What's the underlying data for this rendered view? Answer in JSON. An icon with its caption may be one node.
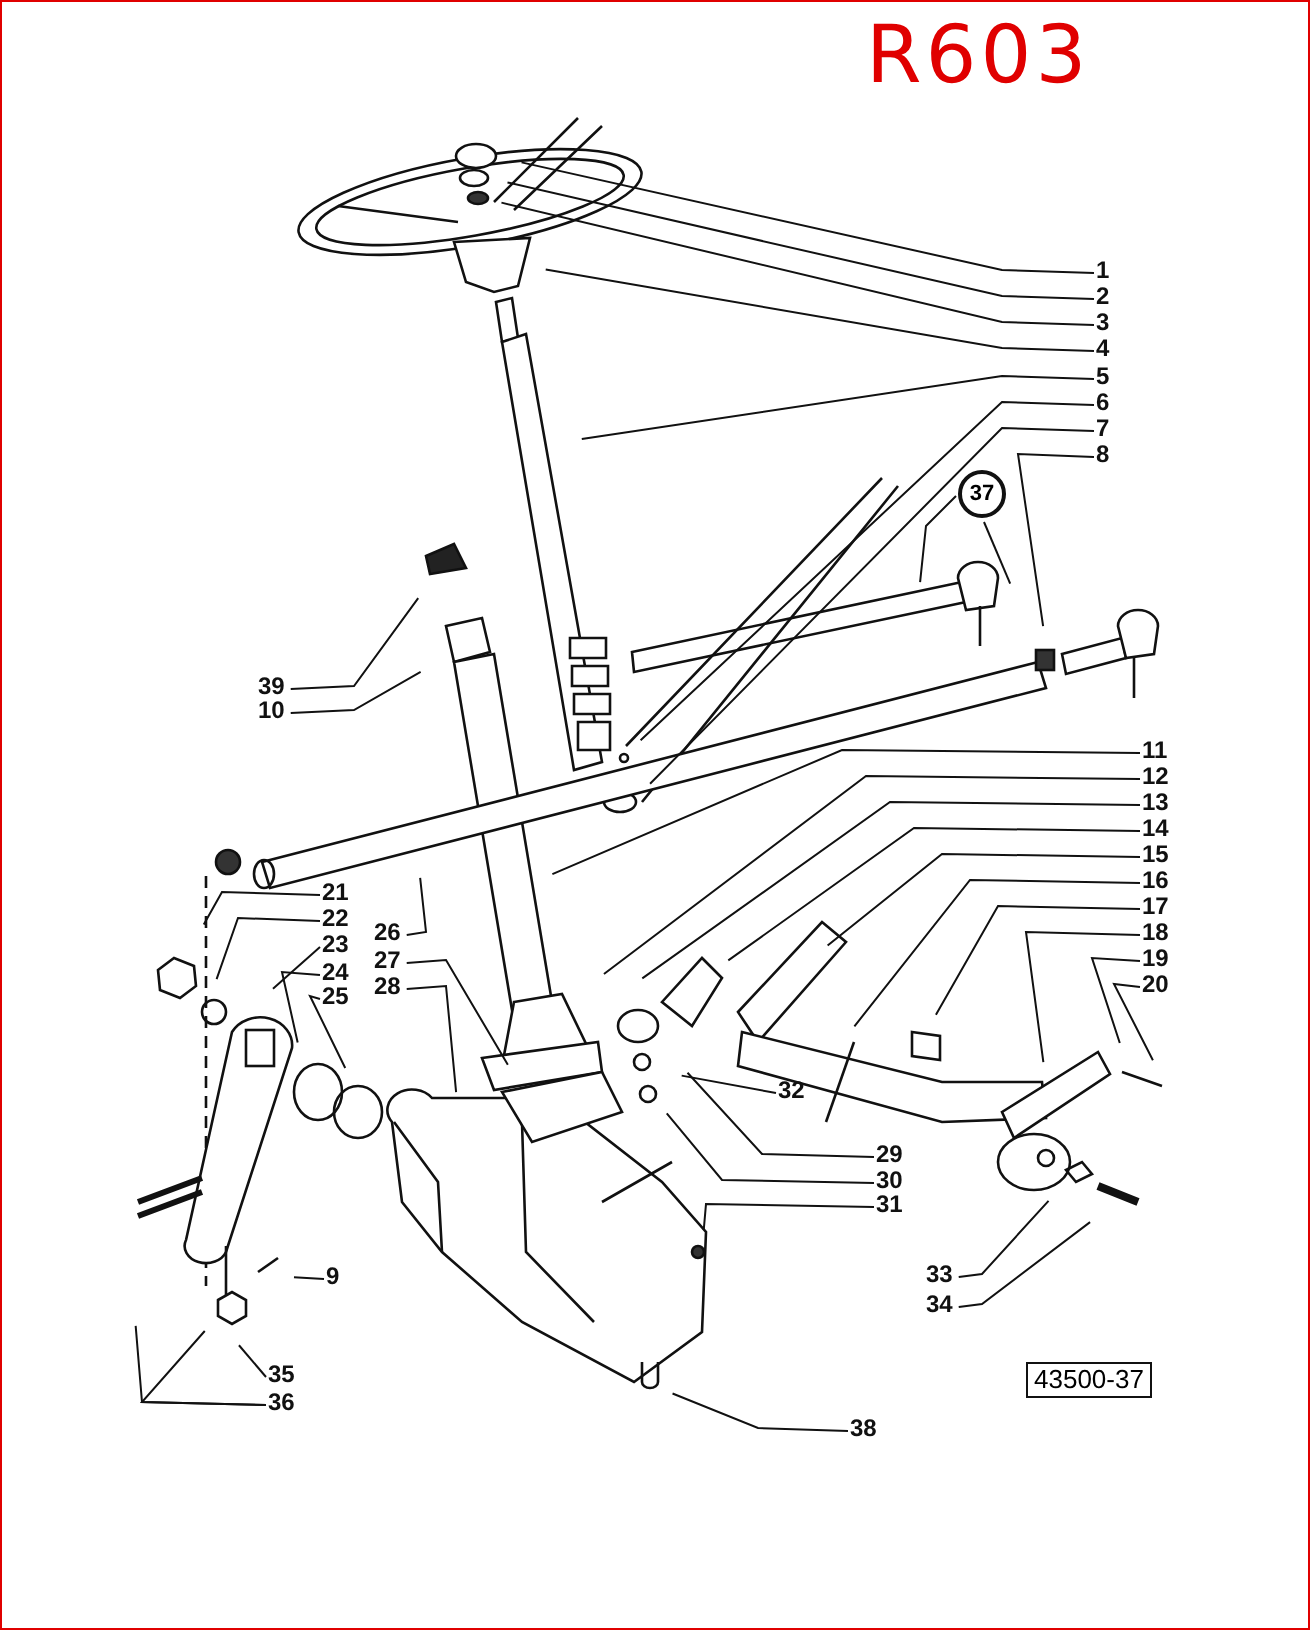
{
  "diagram": {
    "nodes": [
      {
        "text": [
          "1"
        ]
      },
      {
        "text": [
          "2"
        ]
      },
      {
        "text": [
          "3"
        ]
      },
      {
        "text": [
          "4"
        ]
      },
      {
        "text": [
          "5"
        ]
      },
      {
        "text": [
          "6"
        ]
      },
      {
        "text": [
          "7"
        ]
      },
      {
        "text": [
          "8"
        ]
      },
      {
        "text": [
          "37"
        ]
      },
      {
        "text": [
          "39"
        ]
      },
      {
        "text": [
          "10"
        ]
      },
      {
        "text": [
          "11"
        ]
      },
      {
        "text": [
          "12"
        ]
      },
      {
        "text": [
          "13"
        ]
      },
      {
        "text": [
          "14"
        ]
      },
      {
        "text": [
          "15"
        ]
      },
      {
        "text": [
          "16"
        ]
      },
      {
        "text": [
          "17"
        ]
      },
      {
        "text": [
          "18"
        ]
      },
      {
        "text": [
          "19"
        ]
      },
      {
        "text": [
          "20"
        ]
      },
      {
        "text": [
          "21"
        ]
      },
      {
        "text": [
          "26"
        ]
      },
      {
        "text": [
          "22"
        ]
      },
      {
        "text": [
          "23"
        ]
      },
      {
        "text": [
          "27"
        ]
      },
      {
        "text": [
          "24"
        ]
      },
      {
        "text": [
          "28"
        ]
      },
      {
        "text": [
          "25"
        ]
      },
      {
        "text": [
          "32"
        ]
      },
      {
        "text": [
          "29"
        ]
      },
      {
        "text": [
          "30"
        ]
      },
      {
        "text": [
          "31"
        ]
      },
      {
        "text": [
          "9"
        ]
      },
      {
        "text": [
          "33"
        ]
      },
      {
        "text": [
          "34"
        ]
      },
      {
        "text": [
          "35"
        ]
      },
      {
        "text": [
          "36"
        ]
      },
      {
        "text": [
          "38"
        ]
      },
      {
        "text": [
          "43500-37"
        ]
      }
    ],
    "edges": [
      {
        "from": 0,
        "to": null,
        "arrow": "none"
      },
      {
        "from": 1,
        "to": null,
        "arrow": "none"
      },
      {
        "from": 2,
        "to": null,
        "arrow": "none"
      },
      {
        "from": 3,
        "to": null,
        "arrow": "none"
      },
      {
        "from": 4,
        "to": null,
        "arrow": "none"
      },
      {
        "from": 5,
        "to": null,
        "arrow": "none"
      },
      {
        "from": 6,
        "to": null,
        "arrow": "none"
      },
      {
        "from": 7,
        "to": null,
        "arrow": "none"
      },
      {
        "from": 8,
        "to": null,
        "arrow": "none"
      },
      {
        "from": 8,
        "to": null,
        "arrow": "none"
      },
      {
        "from": 9,
        "to": null,
        "arrow": "none"
      },
      {
        "from": 10,
        "to": null,
        "arrow": "none"
      },
      {
        "from": 11,
        "to": null,
        "arrow": "none"
      },
      {
        "from": 12,
        "to": null,
        "arrow": "none"
      },
      {
        "from": 13,
        "to": null,
        "arrow": "none"
      },
      {
        "from": 14,
        "to": null,
        "arrow": "none"
      },
      {
        "from": 15,
        "to": null,
        "arrow": "none"
      },
      {
        "from": 16,
        "to": null,
        "arrow": "none"
      },
      {
        "from": 17,
        "to": null,
        "arrow": "none"
      },
      {
        "from": 18,
        "to": null,
        "arrow": "none"
      },
      {
        "from": 19,
        "to": null,
        "arrow": "none"
      },
      {
        "from": 20,
        "to": null,
        "arrow": "none"
      },
      {
        "from": 21,
        "to": null,
        "arrow": "none"
      },
      {
        "from": 22,
        "to": null,
        "arrow": "none"
      },
      {
        "from": 23,
        "to": null,
        "arrow": "none"
      },
      {
        "from": 24,
        "to": null,
        "arrow": "none"
      },
      {
        "from": 25,
        "to": null,
        "arrow": "none"
      },
      {
        "from": 26,
        "to": null,
        "arrow": "none"
      },
      {
        "from": 27,
        "to": null,
        "arrow": "none"
      },
      {
        "from": 28,
        "to": null,
        "arrow": "none"
      },
      {
        "from": 29,
        "to": null,
        "arrow": "none"
      },
      {
        "from": 30,
        "to": null,
        "arrow": "none"
      },
      {
        "from": 31,
        "to": null,
        "arrow": "none"
      },
      {
        "from": 32,
        "to": null,
        "arrow": "none"
      },
      {
        "from": 33,
        "to": null,
        "arrow": "none"
      },
      {
        "from": 34,
        "to": null,
        "arrow": "none"
      },
      {
        "from": 35,
        "to": null,
        "arrow": "none"
      },
      {
        "from": 36,
        "to": null,
        "arrow": "none"
      },
      {
        "from": 37,
        "to": null,
        "arrow": "none"
      },
      {
        "from": 37,
        "to": null,
        "arrow": "none"
      },
      {
        "from": 38,
        "to": null,
        "arrow": "none"
      }
    ],
    "labels": [
      "R603"
    ]
  }
}
